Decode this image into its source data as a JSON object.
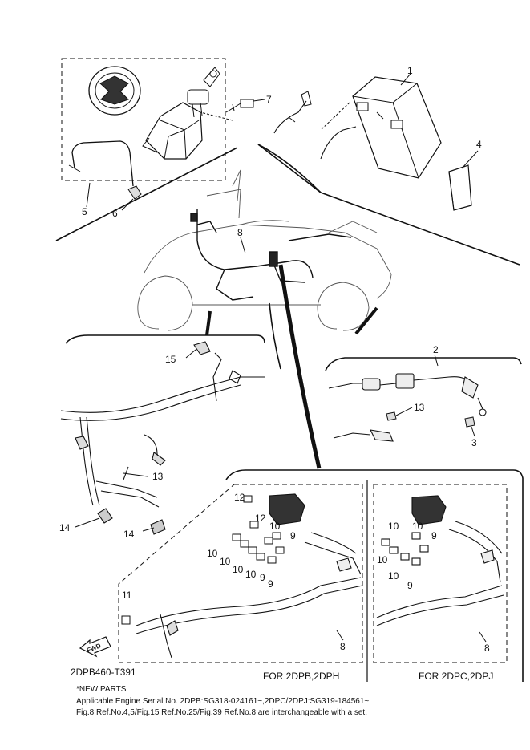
{
  "part_labels": {
    "p1": "1",
    "p2": "2",
    "p3": "3",
    "p4": "4",
    "p5": "5",
    "p6": "6",
    "p7": "7",
    "p8": "8",
    "p9": "9",
    "p10": "10",
    "p11": "11",
    "p12": "12",
    "p13": "13",
    "p14": "14",
    "p15": "15"
  },
  "fwd_arrow_text": "FWD",
  "diagram_code": "2DPB460-T391",
  "panels": {
    "left_title": "FOR 2DPB,2DPH",
    "right_title": "FOR 2DPC,2DPJ"
  },
  "notes": {
    "line1": "*NEW PARTS",
    "line2": "Applicable Engine Serial No. 2DPB:SG318-024161~,2DPC/2DPJ:SG319-184561~",
    "line3": "Fig.8 Ref.No.4,5/Fig.15 Ref.No.25/Fig.39 Ref.No.8 are interchangeable with a set."
  }
}
